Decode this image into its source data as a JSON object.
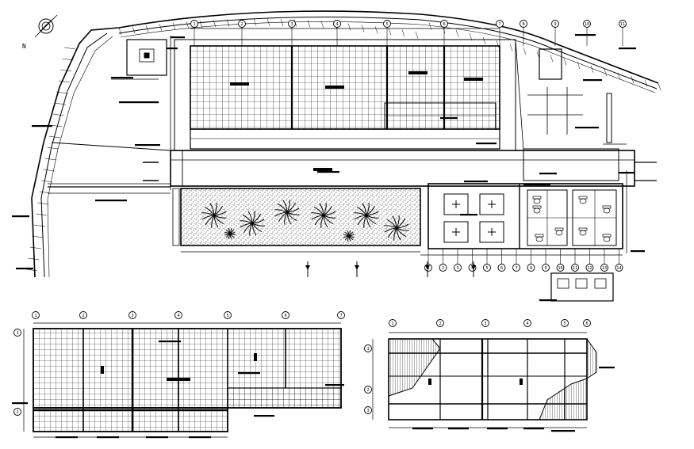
{
  "drawing": {
    "kind": "architectural site plan (CAD)",
    "colors": {
      "ink": "#000000",
      "paper": "#ffffff"
    },
    "north_arrow": {
      "icon": "north-arrow-icon",
      "letter": "N"
    },
    "grid_bubbles": {
      "top_row": [
        "1",
        "2",
        "3",
        "4",
        "5",
        "6",
        "7",
        "8",
        "9",
        "10",
        "11"
      ],
      "bottom_row": [
        "1",
        "2",
        "3",
        "4",
        "5",
        "6",
        "7",
        "8",
        "9",
        "10",
        "11",
        "12",
        "13",
        "14"
      ],
      "lower_left_plan": [
        "1",
        "2",
        "3",
        "4",
        "5",
        "6",
        "7"
      ],
      "lower_right_plan": [
        "1",
        "2",
        "3",
        "4",
        "5",
        "6"
      ]
    },
    "palm_trees": 8
  }
}
